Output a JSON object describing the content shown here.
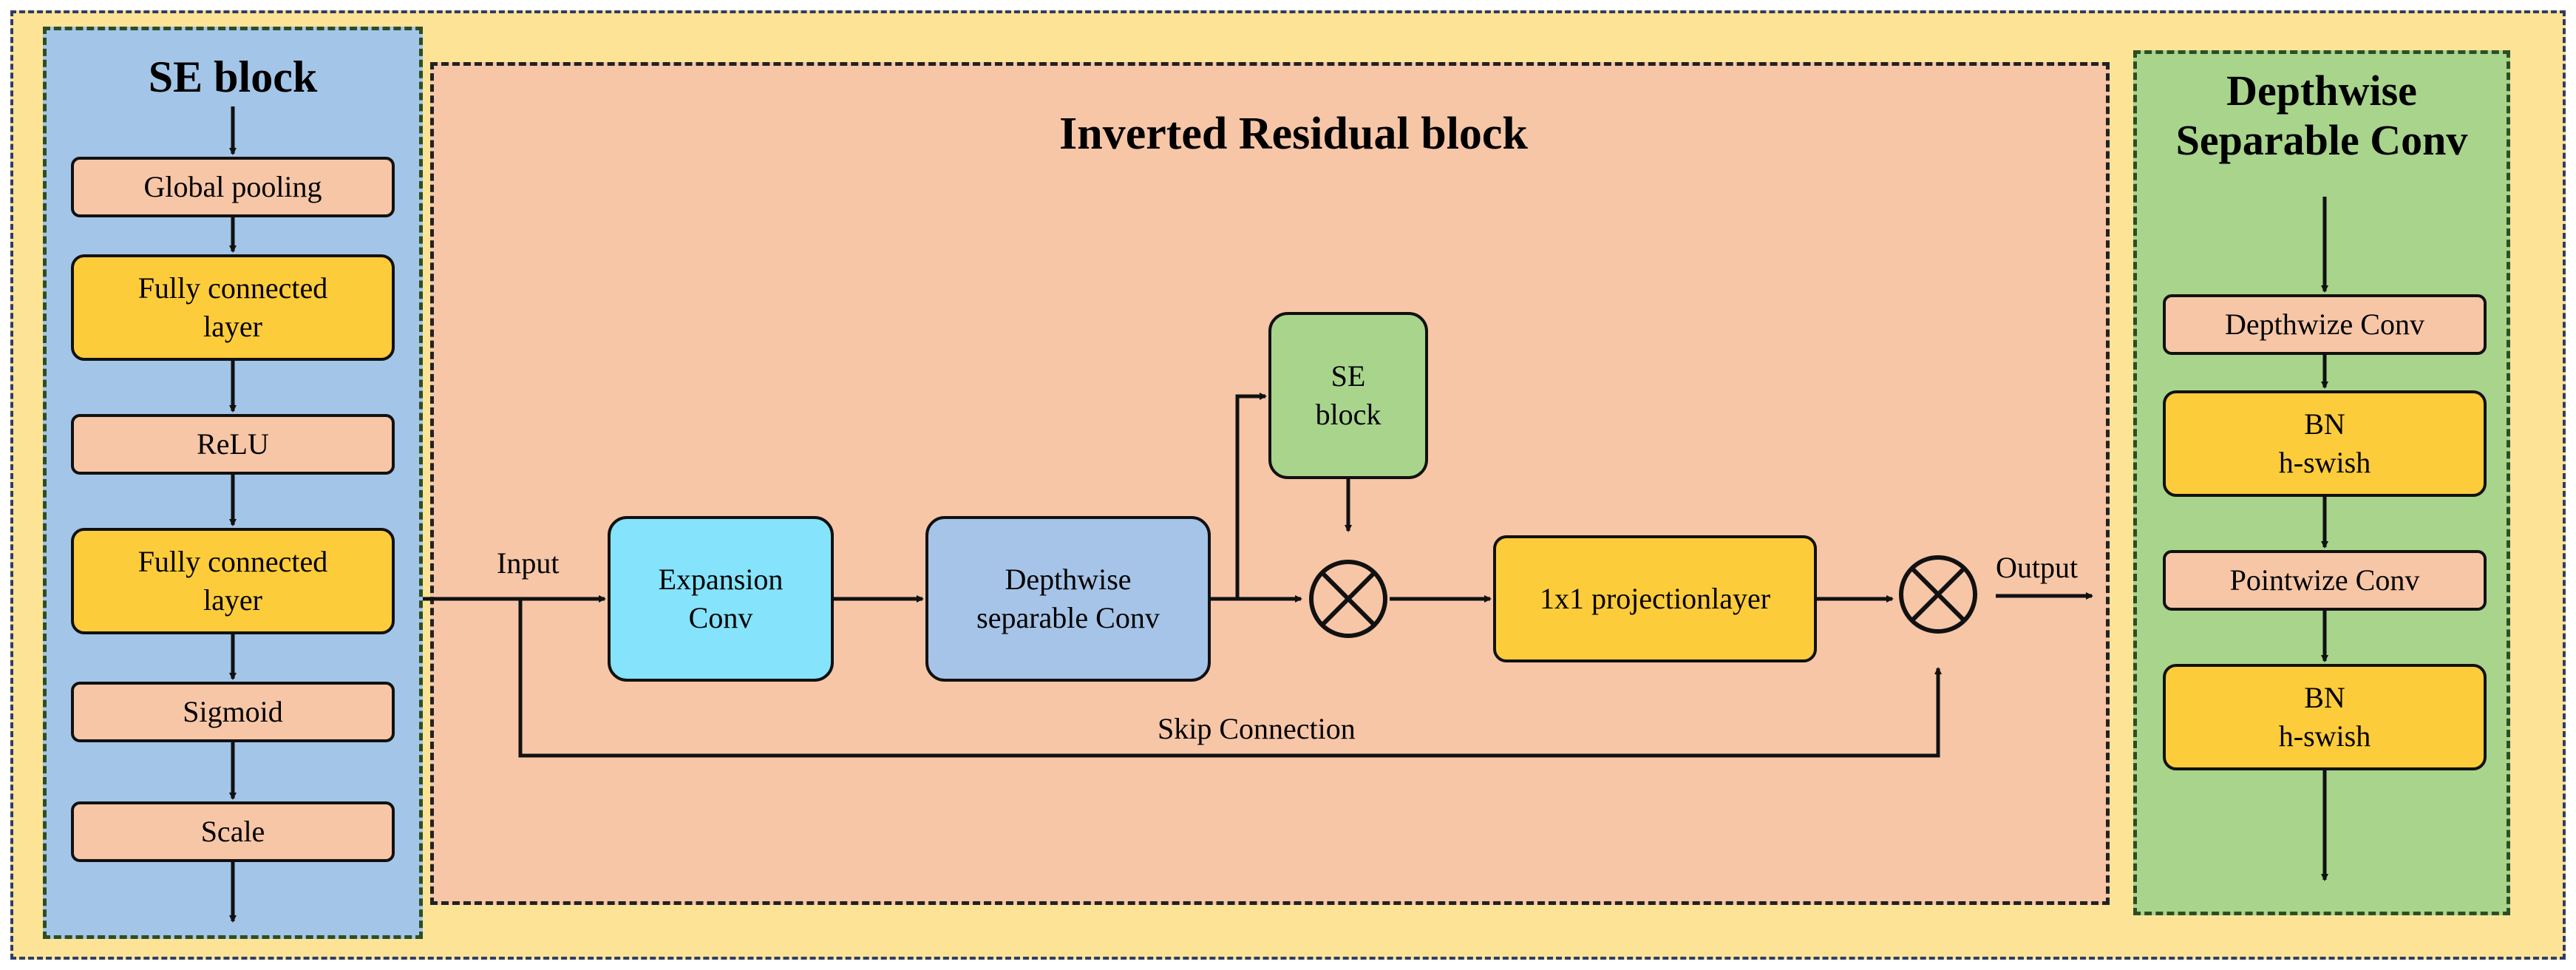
{
  "se_panel": {
    "title": "SE block",
    "steps": [
      "Global pooling",
      "Fully connected\nlayer",
      "ReLU",
      "Fully connected\nlayer",
      "Sigmoid",
      "Scale"
    ]
  },
  "ir_panel": {
    "title": "Inverted Residual block",
    "input_label": "Input",
    "output_label": "Output",
    "skip_label": "Skip Connection",
    "expansion": "Expansion\nConv",
    "depthwise": "Depthwise\nseparable Conv",
    "se": "SE\nblock",
    "projection": "1x1 projectionlayer"
  },
  "ds_panel": {
    "title": "Depthwise\nSeparable Conv",
    "steps": [
      "Depthwize Conv",
      "BN\nh-swish",
      "Pointwize Conv",
      "BN\nh-swish"
    ]
  },
  "colors": {
    "outer_bg": "#fde396",
    "se_bg": "#a3c5e8",
    "ir_bg": "#f6c6a7",
    "ds_bg": "#a8d48c",
    "peach_box": "#f6c6a7",
    "gold_box": "#fdcc3b",
    "cyan_box": "#85e3fb",
    "steel_box": "#a6c4e7",
    "green_box": "#a8d48c"
  }
}
